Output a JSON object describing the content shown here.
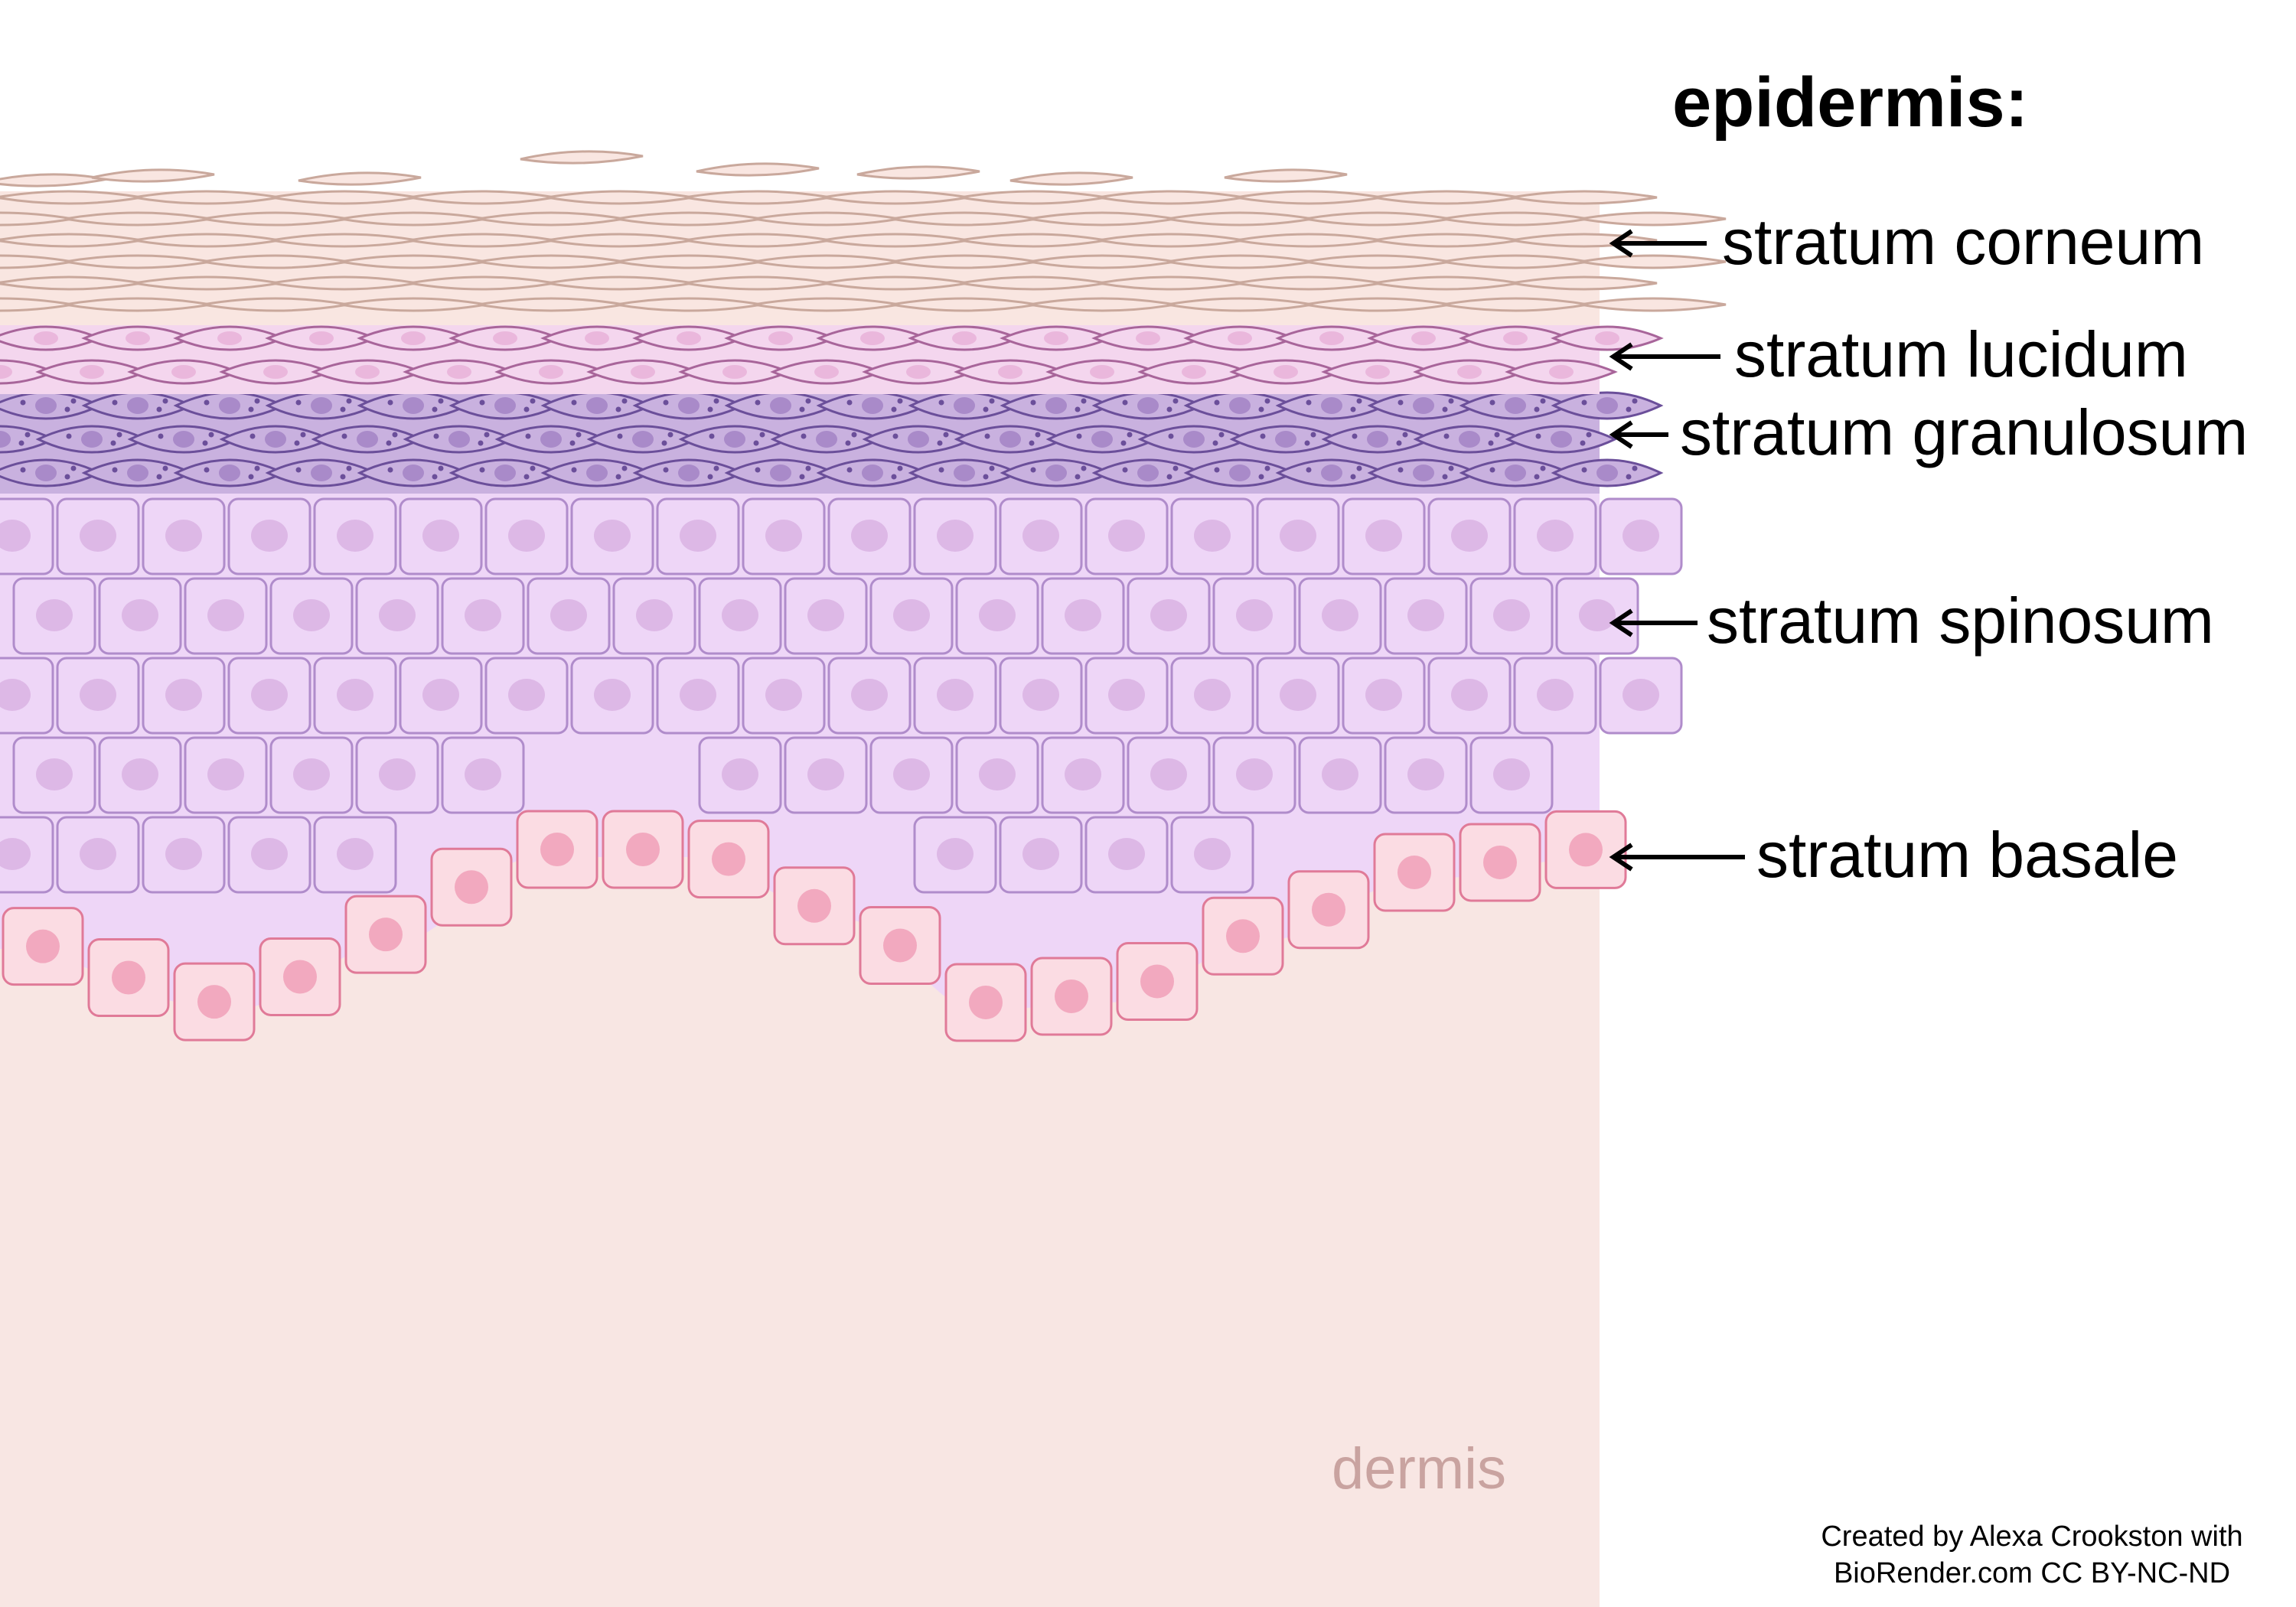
{
  "diagram": {
    "heading": "epidermis:",
    "layers": [
      {
        "id": "corneum",
        "label": "stratum corneum"
      },
      {
        "id": "lucidum",
        "label": "stratum lucidum"
      },
      {
        "id": "granulosum",
        "label": "stratum granulosum"
      },
      {
        "id": "spinosum",
        "label": "stratum spinosum"
      },
      {
        "id": "basale",
        "label": "stratum basale"
      }
    ],
    "dermis_label": "dermis",
    "credit": {
      "line1": "Created by Alexa Crookston with",
      "line2": "BioRender.com CC BY-NC-ND"
    },
    "colors": {
      "corneum_fill": "#f9e6e1",
      "corneum_line": "#c9a89c",
      "lucidum_fill": "#f4d6ee",
      "lucidum_line": "#a8659a",
      "granulosum_fill": "#c9b1df",
      "granulosum_line": "#6b4f9a",
      "spinosum_fill": "#eed6f7",
      "spinosum_line": "#b08ccb",
      "spinosum_nucleus": "#ddb8e6",
      "basale_fill": "#fbdce3",
      "basale_line": "#e07a98",
      "basale_nucleus": "#f2a9bf",
      "dermis_fill": "#f8e6e3",
      "dermis_text": "#c9a3a0"
    }
  }
}
